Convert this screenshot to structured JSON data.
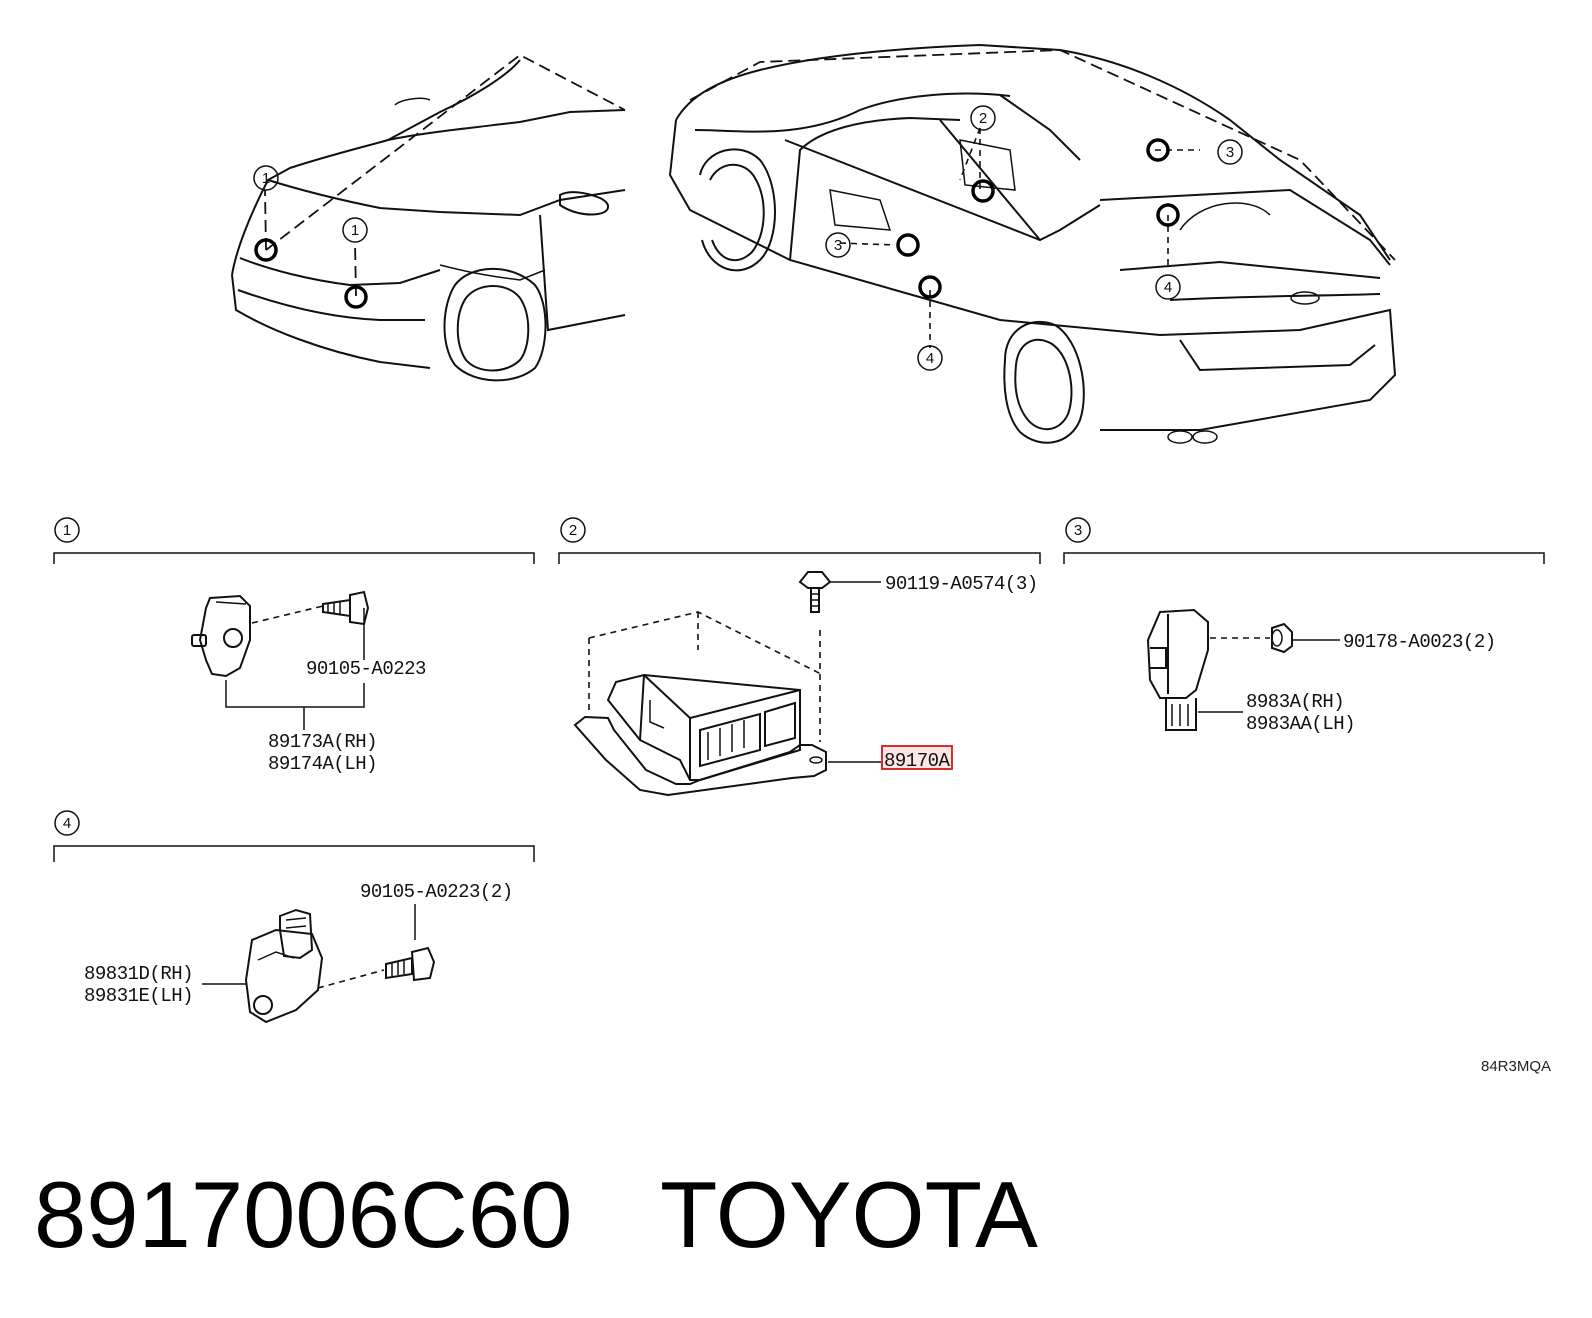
{
  "vehicle_views": {
    "front_callouts": [
      "1",
      "1"
    ],
    "rear_callouts": [
      "2",
      "3",
      "3",
      "4",
      "4"
    ]
  },
  "sections": [
    {
      "id": "1",
      "parts": [
        "90105-A0223",
        "89173A(RH)",
        "89174A(LH)"
      ]
    },
    {
      "id": "2",
      "parts": [
        "90119-A0574(3)",
        "89170A"
      ]
    },
    {
      "id": "3",
      "parts": [
        "90178-A0023(2)",
        "8983A(RH)",
        "8983AA(LH)"
      ]
    },
    {
      "id": "4",
      "parts": [
        "90105-A0223(2)",
        "89831D(RH)",
        "89831E(LH)"
      ]
    }
  ],
  "highlighted_part": "89170A",
  "highlight_color": "#d0191b",
  "diagram_code": "84R3MQA",
  "caption": {
    "part_number": "8917006C60",
    "brand": "TOYOTA"
  }
}
